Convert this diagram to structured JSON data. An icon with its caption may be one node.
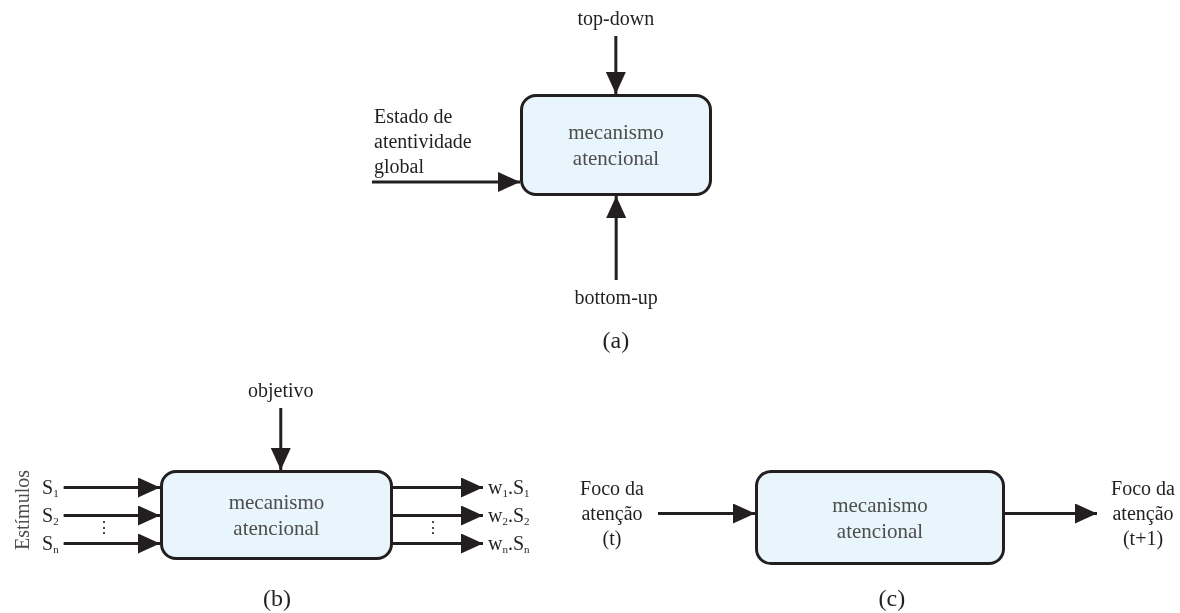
{
  "diagram": {
    "nodes": [
      {
        "text": [
          "top-down"
        ]
      },
      {
        "text": [
          "Estado de atentividade global"
        ]
      },
      {
        "text": [
          "mecanismo atencional"
        ]
      },
      {
        "text": [
          "bottom-up"
        ]
      },
      {
        "text": [
          "objetivo"
        ]
      },
      {
        "text": [
          "S$_{1}$"
        ]
      },
      {
        "text": [
          "S$_{2}$"
        ]
      },
      {
        "text": [
          "S$_{n}$"
        ]
      },
      {
        "text": [
          "mecanismo atencional"
        ]
      },
      {
        "text": [
          "w$_{1}$.S$_{1}$"
        ]
      },
      {
        "text": [
          "w$_{2}$.S$_{2}$"
        ]
      },
      {
        "text": [
          "w$_{n}$.S$_{n}$"
        ]
      },
      {
        "text": [
          "Foco da atenção (t)"
        ]
      },
      {
        "text": [
          "mecanismo atencional"
        ]
      },
      {
        "text": [
          "Foco da atenção (t+1)"
        ]
      }
    ],
    "edges": [
      {
        "from": 0,
        "to": 2,
        "arrow": "to"
      },
      {
        "from": 1,
        "to": 2,
        "arrow": "to"
      },
      {
        "from": 3,
        "to": 2,
        "arrow": "to"
      },
      {
        "from": 4,
        "to": 8,
        "arrow": "to"
      },
      {
        "from": 5,
        "to": 8,
        "arrow": "to"
      },
      {
        "from": 6,
        "to": 8,
        "arrow": "to"
      },
      {
        "from": 7,
        "to": 8,
        "arrow": "to"
      },
      {
        "from": 8,
        "to": 9,
        "arrow": "to"
      },
      {
        "from": 8,
        "to": 10,
        "arrow": "to"
      },
      {
        "from": 8,
        "to": 11,
        "arrow": "to"
      },
      {
        "from": 12,
        "to": 13,
        "arrow": "to"
      },
      {
        "from": 13,
        "to": 14,
        "arrow": "to"
      }
    ],
    "labels": [
      "(a)",
      "Estímulos",
      "⋮",
      "⋮",
      "(b)",
      "(c)"
    ]
  }
}
